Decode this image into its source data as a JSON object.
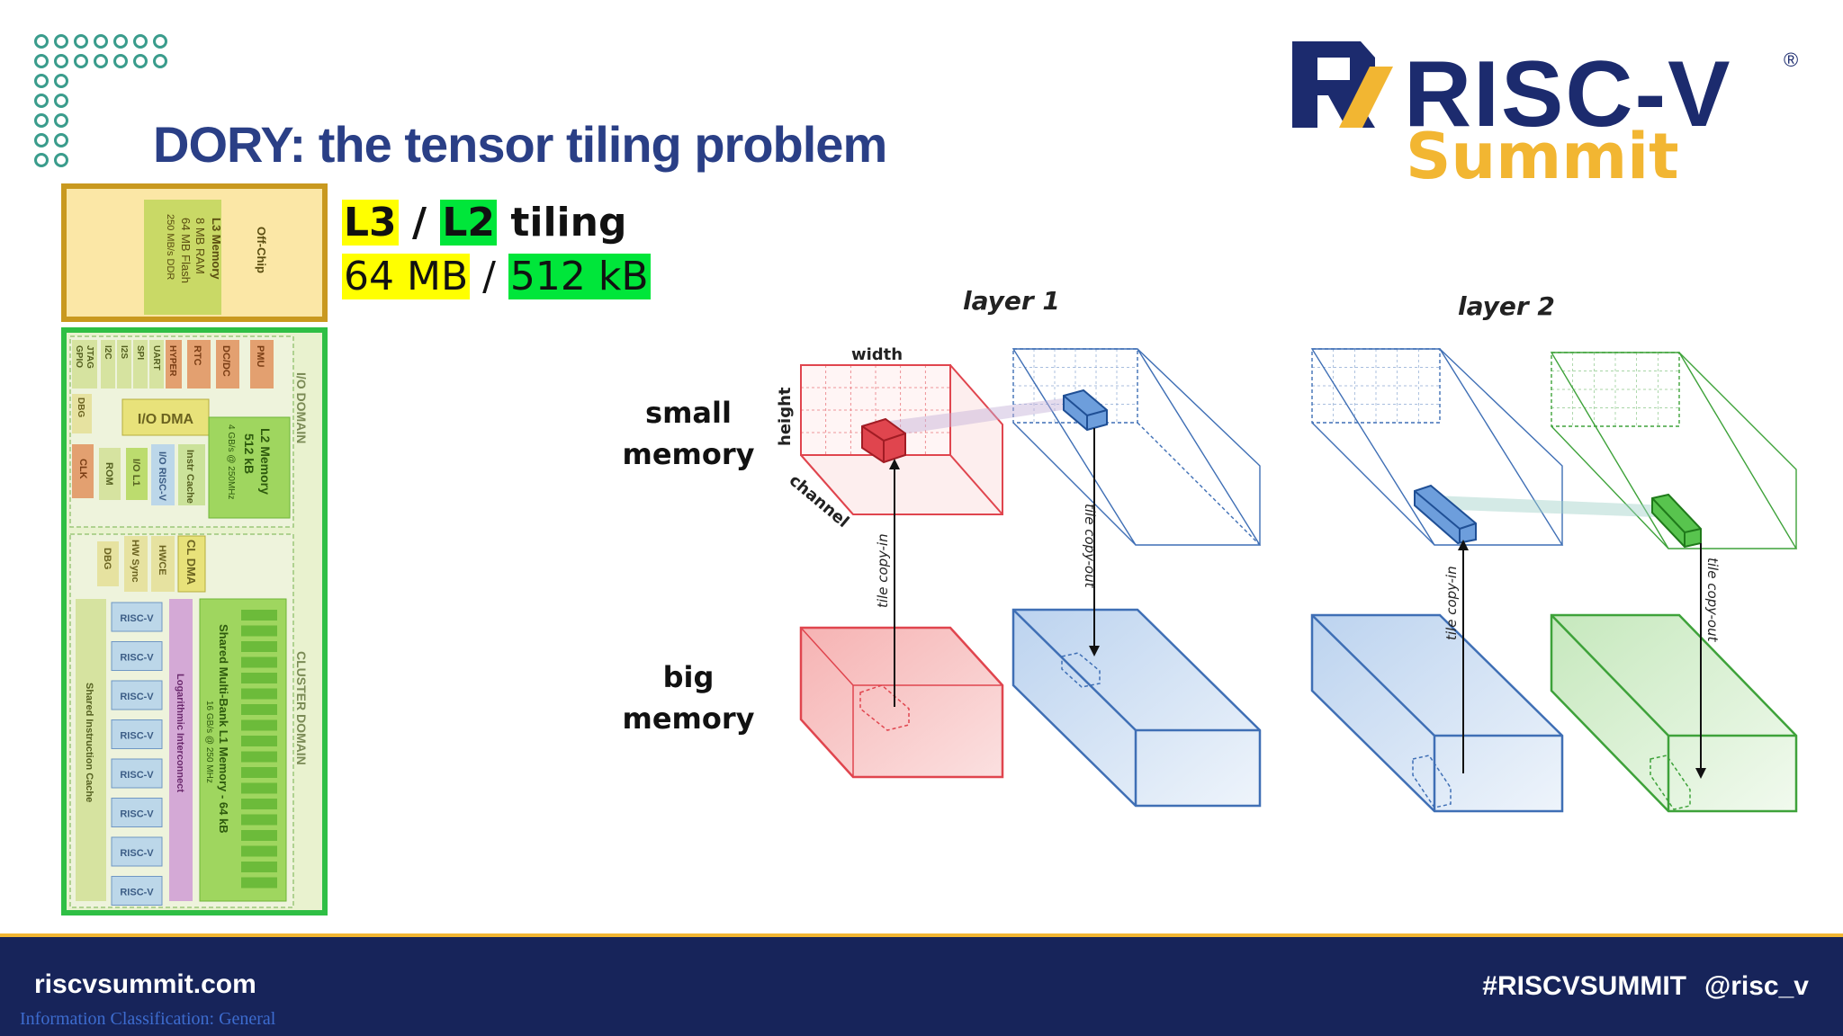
{
  "slide": {
    "title": "DORY: the tensor tiling problem"
  },
  "logo": {
    "brand_text": "RISC-V",
    "brand_sub": "Summit",
    "registered": "®",
    "brand_colors": {
      "navy": "#1c2b6e",
      "gold": "#f2b632"
    }
  },
  "tiling": {
    "line1": {
      "l3": "L3",
      "sep": " / ",
      "l2": "L2",
      "suffix": " tiling"
    },
    "line2": {
      "l3_size": "64 MB",
      "sep": " / ",
      "l2_size": "512 kB"
    },
    "colors": {
      "l3": "#ffff00",
      "l2": "#00e63a"
    }
  },
  "chip": {
    "offchip": {
      "title": "Off-Chip",
      "mem": "L3 Memory",
      "l1": "8 MB RAM",
      "l2": "64 MB Flash",
      "l3": "250 MB/s DDR"
    },
    "io_domain": {
      "label": "I/O DOMAIN",
      "periph": [
        "GPIO",
        "JTAG",
        "I2C",
        "I2S",
        "SPI",
        "UART",
        "HYPER"
      ],
      "dbg": "DBG",
      "power": [
        "RTC",
        "DC/DC",
        "PMU"
      ],
      "io_dma": "I/O DMA",
      "clk": "CLK",
      "rom": "ROM",
      "io_l1": "I/O L1",
      "io_riscv": "I/O RISC-V",
      "icache": "Instr Cache",
      "l2mem": {
        "title": "L2 Memory",
        "size": "512 kB",
        "bw": "4 GB/s @ 250MHz"
      }
    },
    "cluster": {
      "label": "CLUSTER DOMAIN",
      "dbg": "DBG",
      "hwsync": "HW Sync",
      "hwce": "HWCE",
      "cldma": "CL DMA",
      "shared_icache": "Shared Instruction Cache",
      "cores": [
        "RISC-V",
        "RISC-V",
        "RISC-V",
        "RISC-V",
        "RISC-V",
        "RISC-V",
        "RISC-V",
        "RISC-V"
      ],
      "interconnect": "Logarithmic Interconnect",
      "l1mem": "Shared Multi-Bank L1 Memory - 64 kB",
      "l1bw": "16 GB/s @ 250 MHz"
    }
  },
  "diagram": {
    "layer1": "layer 1",
    "layer2": "layer 2",
    "small_memory": [
      "small",
      "memory"
    ],
    "big_memory": [
      "big",
      "memory"
    ],
    "width": "width",
    "height": "height",
    "channel": "channel",
    "copy_in": "tile copy-in",
    "copy_out": "tile copy-out",
    "colors": {
      "red": "#e0454e",
      "blue": "#3f6fb5",
      "green": "#3ea23a"
    }
  },
  "footer": {
    "site": "riscvsummit.com",
    "classification": "Information Classification: General",
    "hashtag": "#RISCVSUMMIT",
    "handle": "@risc_v"
  }
}
